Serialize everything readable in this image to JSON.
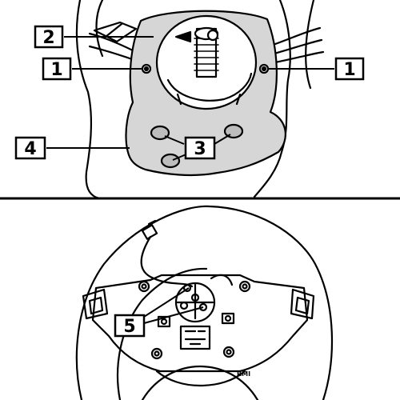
{
  "callouts": {
    "c1_left": "1",
    "c1_right": "1",
    "c2": "2",
    "c3": "3",
    "c4": "4",
    "c5": "5"
  },
  "watermark": "RMI",
  "colors": {
    "ink": "#000000",
    "shade": "#d6d6d6",
    "background": "#ffffff"
  }
}
